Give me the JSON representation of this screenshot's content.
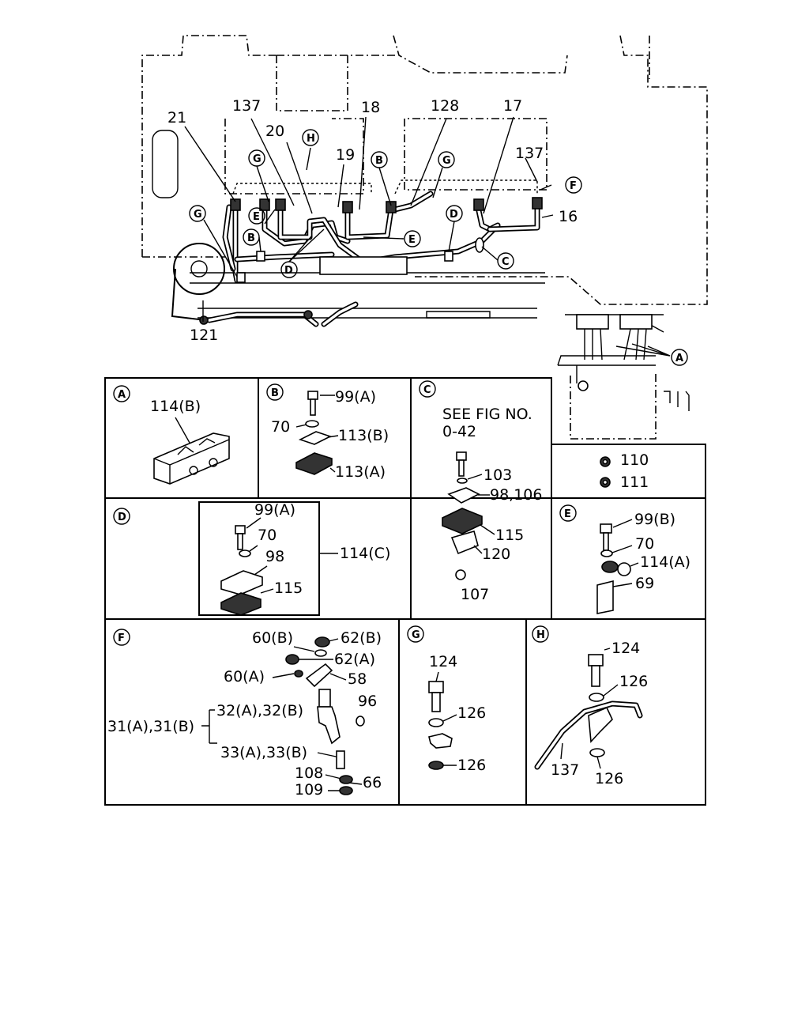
{
  "main_callouts": {
    "c21": "21",
    "c137a": "137",
    "c20": "20",
    "c18": "18",
    "c19": "19",
    "c128": "128",
    "c17": "17",
    "c137b": "137",
    "c16": "16",
    "c121": "121",
    "lH": "H",
    "lGa": "G",
    "lB1": "B",
    "lGb": "G",
    "lF": "F",
    "lGc": "G",
    "lE1": "E",
    "lB2": "B",
    "lD1": "D",
    "lD2": "D",
    "lE2": "E",
    "lC": "C",
    "lA": "A"
  },
  "panels": {
    "A": {
      "letter": "A",
      "labels": [
        "114(B)"
      ]
    },
    "B": {
      "letter": "B",
      "labels": [
        "99(A)",
        "70",
        "113(B)",
        "113(A)"
      ]
    },
    "C": {
      "letter": "C",
      "note_line1": "SEE FIG NO.",
      "note_line2": "0-42",
      "labels": [
        "103",
        "98,106",
        "115",
        "120",
        "107"
      ]
    },
    "extra": {
      "labels": [
        "110",
        "111"
      ]
    },
    "D": {
      "letter": "D",
      "labels": [
        "99(A)",
        "70",
        "98",
        "115",
        "114(C)"
      ]
    },
    "E": {
      "letter": "E",
      "labels": [
        "99(B)",
        "70",
        "114(A)",
        "69"
      ]
    },
    "F": {
      "letter": "F",
      "labels": [
        "60(B)",
        "62(B)",
        "62(A)",
        "60(A)",
        "58",
        "96",
        "31(A),31(B)",
        "32(A),32(B)",
        "33(A),33(B)",
        "108",
        "66",
        "109"
      ]
    },
    "G": {
      "letter": "G",
      "labels": [
        "124",
        "126",
        "126"
      ]
    },
    "H": {
      "letter": "H",
      "labels": [
        "124",
        "126",
        "137",
        "126"
      ]
    }
  }
}
